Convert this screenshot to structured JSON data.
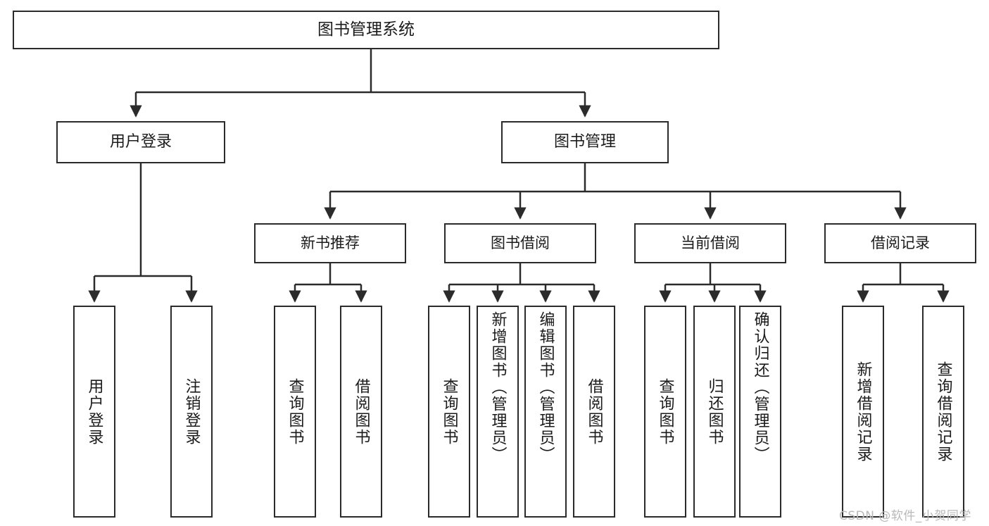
{
  "diagram": {
    "title": "图书管理系统",
    "type": "functional-decomposition-tree",
    "colors": {
      "stroke": "#2b2b2b",
      "fill": "#ffffff",
      "text": "#1b1b1b",
      "watermark": "#b9b9b9"
    },
    "watermark": "CSDN @软件_小贺同学",
    "levels": {
      "root": {
        "label": "图书管理系统"
      },
      "level1": [
        {
          "label": "用户登录"
        },
        {
          "label": "图书管理"
        }
      ],
      "level2": [
        {
          "label": "新书推荐"
        },
        {
          "label": "图书借阅"
        },
        {
          "label": "当前借阅"
        },
        {
          "label": "借阅记录"
        }
      ]
    },
    "groups": [
      {
        "parent": "用户登录",
        "leaves": [
          {
            "label": "用户登录"
          },
          {
            "label": "注销登录"
          }
        ]
      },
      {
        "parent": "新书推荐",
        "leaves": [
          {
            "label": "查询图书"
          },
          {
            "label": "借阅图书"
          }
        ]
      },
      {
        "parent": "图书借阅",
        "leaves": [
          {
            "label": "查询图书"
          },
          {
            "label": "新增图书（管理员）"
          },
          {
            "label": "编辑图书（管理员）"
          },
          {
            "label": "借阅图书"
          }
        ]
      },
      {
        "parent": "当前借阅",
        "leaves": [
          {
            "label": "查询图书"
          },
          {
            "label": "归还图书"
          },
          {
            "label": "确认归还（管理员）"
          }
        ]
      },
      {
        "parent": "借阅记录",
        "leaves": [
          {
            "label": "新增借阅记录"
          },
          {
            "label": "查询借阅记录"
          }
        ]
      }
    ]
  }
}
